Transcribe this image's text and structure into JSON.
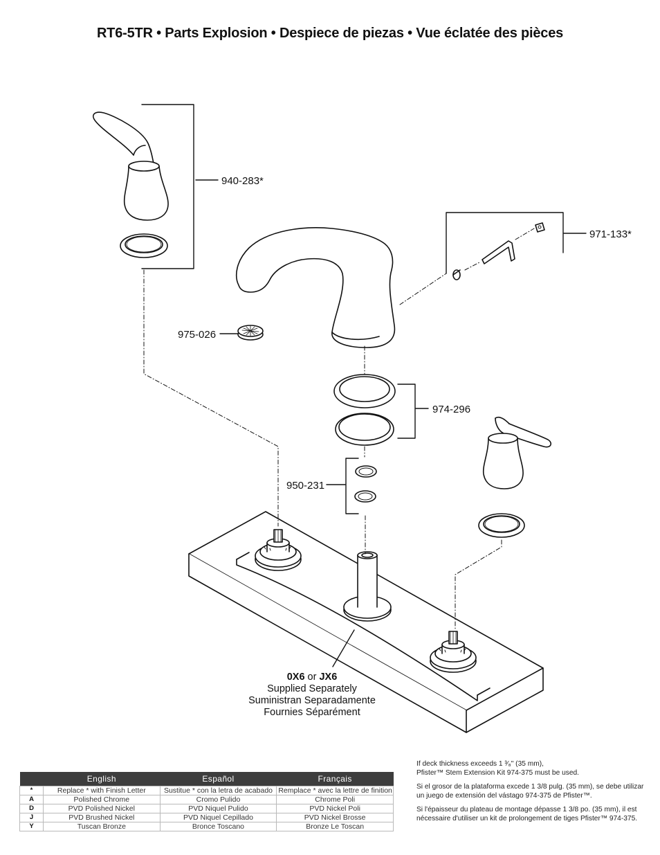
{
  "page_title": "RT6-5TR • Parts Explosion • Despiece de piezas • Vue éclatée des pièces",
  "part_labels": {
    "handle": "940-283*",
    "wrench_kit": "971-133*",
    "aerator": "975-026",
    "spout_gaskets": "974-296",
    "o_rings": "950-231"
  },
  "valve_note": {
    "code_1": "0X6",
    "or_word": "or",
    "code_2": "JX6",
    "line_en": "Supplied Separately",
    "line_es": "Suministran Separadamente",
    "line_fr": "Fournies Séparément"
  },
  "finish_table": {
    "headers": [
      "",
      "English",
      "Español",
      "Français"
    ],
    "rows": [
      {
        "code": "*",
        "en": "Replace * with Finish Letter",
        "es": "Sustitue * con la letra de acabado",
        "fr": "Remplace * avec la lettre de finition"
      },
      {
        "code": "A",
        "en": "Polished Chrome",
        "es": "Cromo Pulido",
        "fr": "Chrome Poli"
      },
      {
        "code": "D",
        "en": "PVD Polished Nickel",
        "es": "PVD Niquel Pulido",
        "fr": "PVD Nickel Poli"
      },
      {
        "code": "J",
        "en": "PVD Brushed Nickel",
        "es": "PVD Niquel Cepillado",
        "fr": "PVD Nickel Brosse"
      },
      {
        "code": "Y",
        "en": "Tuscan Bronze",
        "es": "Bronce Toscano",
        "fr": "Bronze Le Toscan"
      }
    ]
  },
  "deck_notes": {
    "en_line1": "If deck thickness exceeds 1 ³⁄₈\" (35 mm),",
    "en_line2": "Pfister™ Stem Extension Kit 974-375 must be used.",
    "es": "Si el grosor de la plataforma excede 1 3/8 pulg. (35 mm), se debe utilizar un juego de extensión del vástago 974-375 de Pfister™.",
    "fr": "Si l'épaisseur du plateau de montage dépasse 1 3/8 po. (35 mm), il est nécessaire d'utiliser un kit de prolongement de tiges Pfister™ 974-375."
  }
}
